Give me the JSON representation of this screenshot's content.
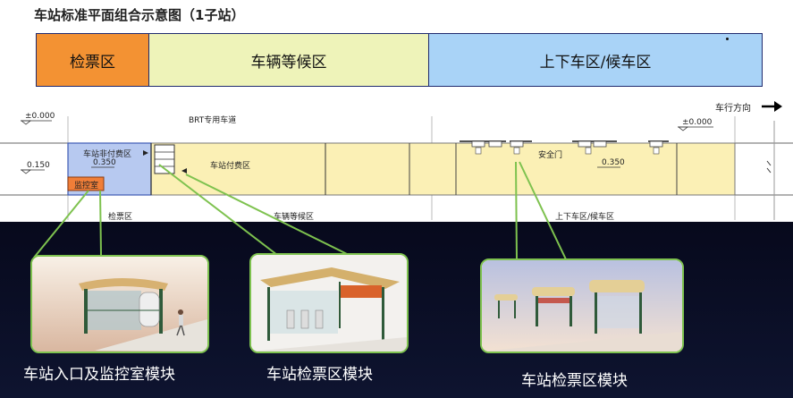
{
  "title": "车站标准平面组合示意图（1子站）",
  "zones": {
    "ticket": "检票区",
    "waiting": "车辆等候区",
    "platform": "上下车区/候车区"
  },
  "plan": {
    "elevation_top_left": "±0.000",
    "elevation_top_right": "±0.000",
    "elevation_left_mid": "0.150",
    "brt_lane": "BRT专用车道",
    "direction": "车行方向",
    "non_paid_area": "车站非付费区",
    "paid_area": "车站付费区",
    "elevation_inner_left": "0.350",
    "elevation_inner_right": "0.350",
    "control_room": "监控室",
    "safety_door": "安全门",
    "bottom_label_ticket": "检票区",
    "bottom_label_waiting": "车辆等候区",
    "bottom_label_platform": "上下车区/候车区"
  },
  "modules": {
    "entrance": "车站入口及监控室模块",
    "gate": "车站检票区模块",
    "platform": "车站检票区模块"
  },
  "colors": {
    "ticket": "#f39233",
    "waiting": "#eef3b9",
    "platform": "#a9d3f7",
    "callout": "#7ec24f",
    "paid_area": "#fbf0b5",
    "non_paid_area": "#b7c9f0"
  }
}
